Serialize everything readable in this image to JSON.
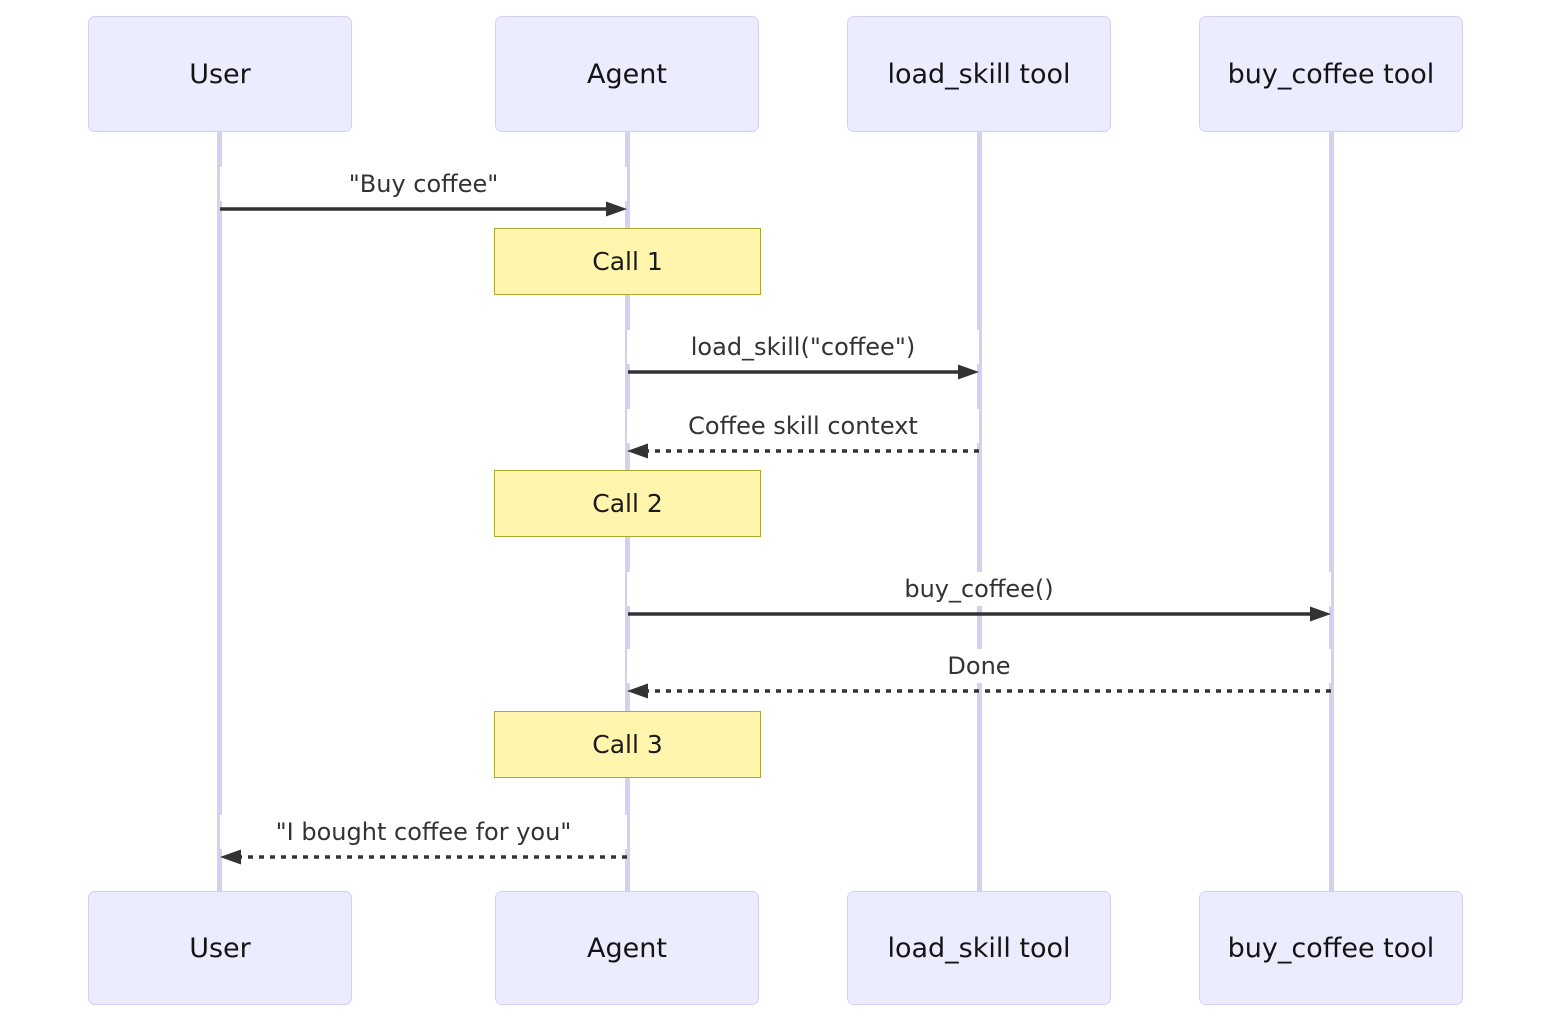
{
  "diagram_type": "sequence-diagram",
  "actors": [
    {
      "name": "User"
    },
    {
      "name": "Agent"
    },
    {
      "name": "load_skill tool"
    },
    {
      "name": "buy_coffee tool"
    }
  ],
  "messages": [
    {
      "label": "\"Buy coffee\"",
      "from": "User",
      "to": "Agent",
      "line": "solid"
    },
    {
      "label": "load_skill(\"coffee\")",
      "from": "Agent",
      "to": "load_skill tool",
      "line": "solid"
    },
    {
      "label": "Coffee skill context",
      "from": "load_skill tool",
      "to": "Agent",
      "line": "dashed"
    },
    {
      "label": "buy_coffee()",
      "from": "Agent",
      "to": "buy_coffee tool",
      "line": "solid"
    },
    {
      "label": "Done",
      "from": "buy_coffee tool",
      "to": "Agent",
      "line": "dashed"
    },
    {
      "label": "\"I bought coffee for you\"",
      "from": "Agent",
      "to": "User",
      "line": "dashed"
    }
  ],
  "notes": [
    {
      "label": "Call 1",
      "over": "Agent"
    },
    {
      "label": "Call 2",
      "over": "Agent"
    },
    {
      "label": "Call 3",
      "over": "Agent"
    }
  ],
  "colors": {
    "background": "#FFFFFF",
    "actor_fill": "#ECECFF",
    "actor_border": "#D5CEF4",
    "lifeline": "#D6D0EE",
    "note_fill": "#FFF5AD",
    "note_border": "#AAAA33",
    "signal": "#333333"
  }
}
